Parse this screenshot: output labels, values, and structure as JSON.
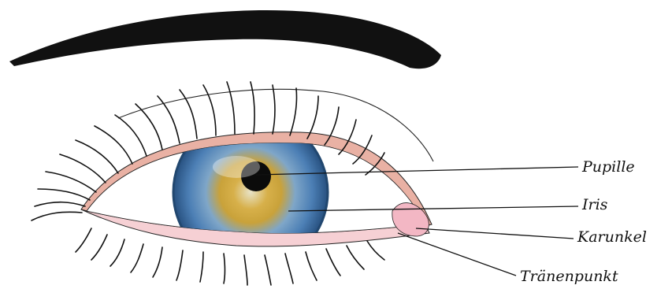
{
  "labels": {
    "pupil": "Pupille",
    "iris": "Iris",
    "caruncle": "Karunkel",
    "punctum": "Tränenpunkt"
  },
  "colors": {
    "eyebrow": "#111111",
    "lid_rim": "#e9b1a4",
    "lower_rim": "#f6d0d4",
    "caruncle": "#f3b7c4",
    "iris_outer": "#2f5e97",
    "iris_mid": "#5b8bbd",
    "iris_inner": "#c9a23a",
    "pupil": "#0b0b0b",
    "sclera": "#ffffff",
    "line": "#111111"
  },
  "icons": [
    "eyebrow",
    "upper-eyelashes",
    "lower-eyelashes"
  ]
}
